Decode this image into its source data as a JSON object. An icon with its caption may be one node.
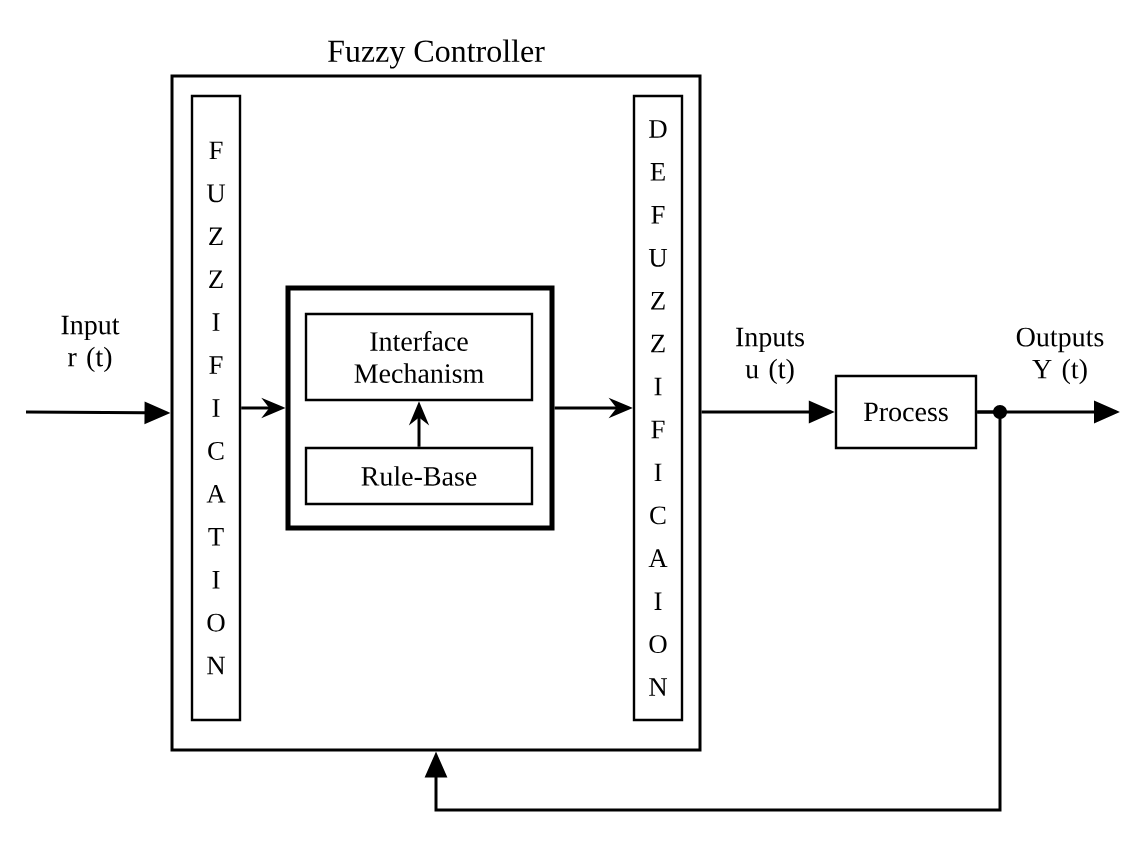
{
  "diagram": {
    "nodes": [
      {
        "text": [
          "Fuzzy Controller"
        ]
      },
      {
        "text": [
          "FUZZIFICATION"
        ],
        "in": 0
      },
      {
        "text": [],
        "shape": "box",
        "in": 0
      },
      {
        "text": [
          "Interface Mechanism"
        ],
        "in": 2
      },
      {
        "text": [
          "Rule-Base"
        ],
        "in": 2
      },
      {
        "text": [
          "DEFUZZIFICAION"
        ],
        "in": 0
      },
      {
        "text": [
          "Process"
        ]
      }
    ],
    "edges": [
      {
        "from": null,
        "to": 0,
        "arrow": "to",
        "label": "Input r (t)"
      },
      {
        "from": 1,
        "to": 2,
        "arrow": "to"
      },
      {
        "from": 4,
        "to": 3,
        "arrow": "to"
      },
      {
        "from": 2,
        "to": 5,
        "arrow": "to"
      },
      {
        "from": 0,
        "to": 6,
        "arrow": "to",
        "label": "Inputs u (t)"
      },
      {
        "from": 6,
        "to": null,
        "arrow": "to",
        "label": "Outputs Y (t)"
      },
      {
        "from": 6,
        "to": 0,
        "arrow": "to"
      }
    ]
  }
}
